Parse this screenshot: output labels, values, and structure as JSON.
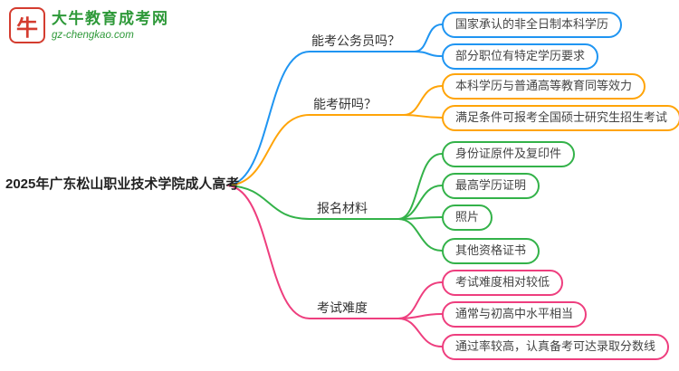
{
  "logo": {
    "icon_glyph": "牛",
    "title": "大牛教育成考网",
    "url": "gz-chengkao.com"
  },
  "root": {
    "label": "2025年广东松山职业技术学院成人高考"
  },
  "branches": [
    {
      "label": "能考公务员吗？",
      "color": "#1f95f2",
      "children": [
        "国家承认的非全日制本科学历",
        "部分职位有特定学历要求"
      ]
    },
    {
      "label": "能考研吗？",
      "color": "#ffa408",
      "children": [
        "本科学历与普通高等教育同等效力",
        "满足条件可报考全国硕士研究生招生考试"
      ]
    },
    {
      "label": "报名材料",
      "color": "#33b249",
      "children": [
        "身份证原件及复印件",
        "最高学历证明",
        "照片",
        "其他资格证书"
      ]
    },
    {
      "label": "考试难度",
      "color": "#ee3e7e",
      "children": [
        "考试难度相对较低",
        "通常与初高中水平相当",
        "通过率较高，认真备考可达录取分数线"
      ]
    }
  ]
}
